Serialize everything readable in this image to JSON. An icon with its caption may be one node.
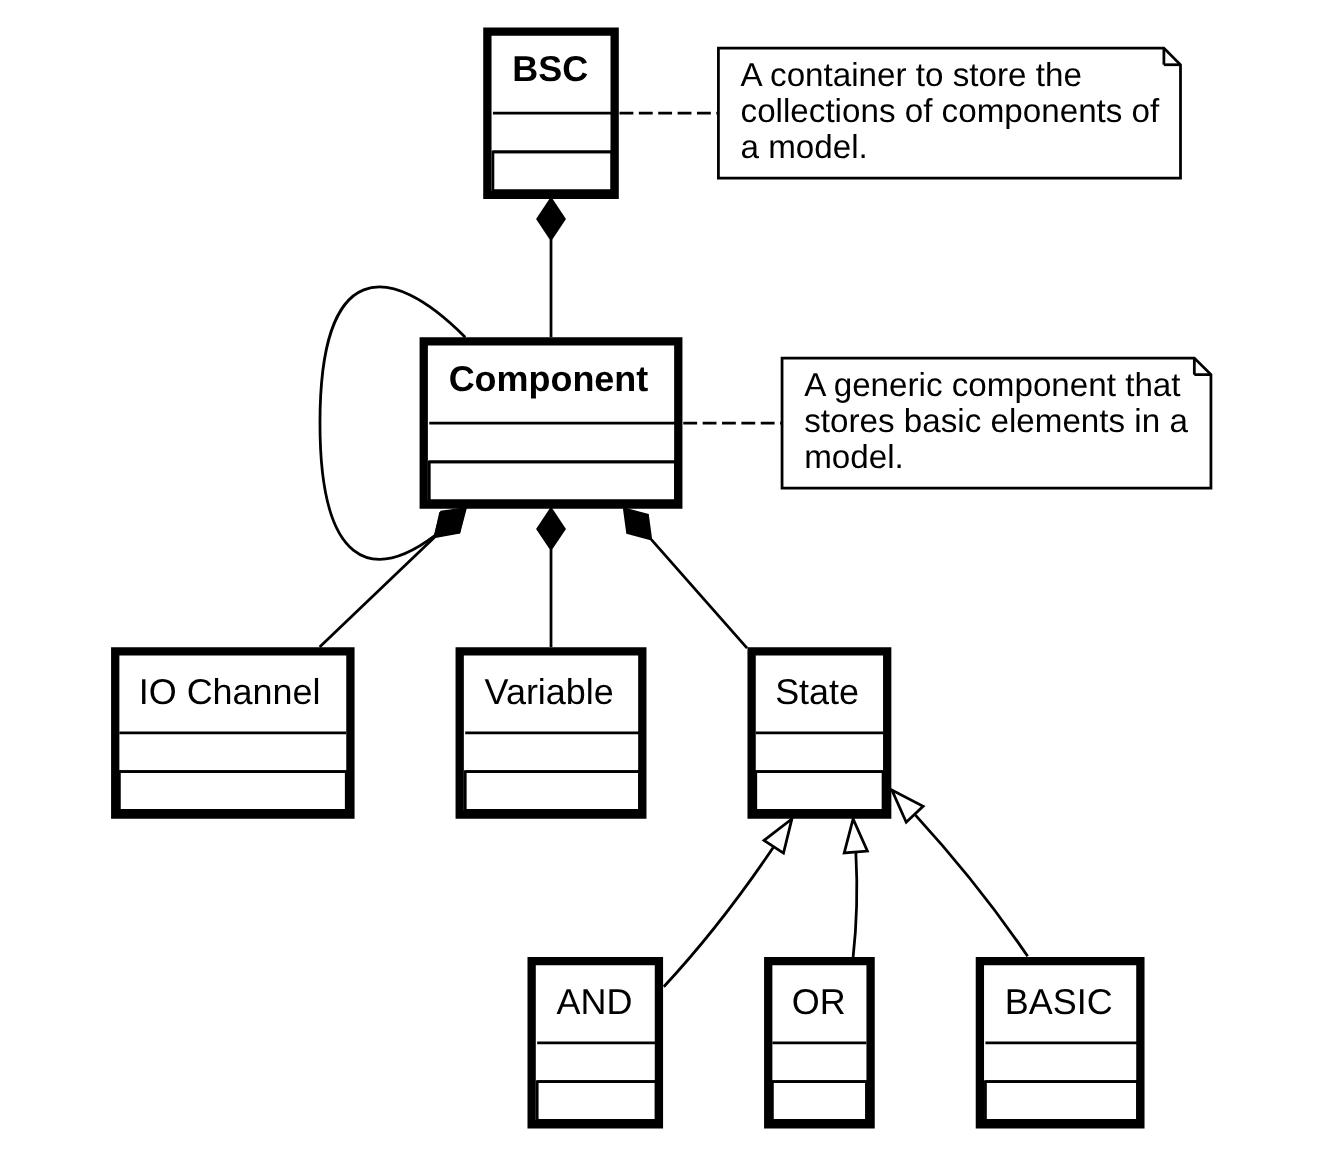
{
  "diagram": {
    "nodes": [
      {
        "text": [
          "BSC"
        ]
      },
      {
        "text": [
          "A container to store the collections of components of a model."
        ]
      },
      {
        "text": [
          "Component"
        ]
      },
      {
        "text": [
          "A generic component that stores basic elements in a model."
        ]
      },
      {
        "text": [
          "IO Channel"
        ]
      },
      {
        "text": [
          "Variable"
        ]
      },
      {
        "text": [
          "State"
        ]
      },
      {
        "text": [
          "AND"
        ]
      },
      {
        "text": [
          "OR"
        ]
      },
      {
        "text": [
          "BASIC"
        ]
      }
    ],
    "edges": [
      {
        "from": 0,
        "to": 2,
        "arrow": "other"
      },
      {
        "from": 0,
        "to": 1,
        "arrow": "none",
        "style": "dashed"
      },
      {
        "from": 2,
        "to": 2,
        "arrow": "other"
      },
      {
        "from": 2,
        "to": 3,
        "arrow": "none",
        "style": "dashed"
      },
      {
        "from": 2,
        "to": 4,
        "arrow": "other"
      },
      {
        "from": 2,
        "to": 5,
        "arrow": "other"
      },
      {
        "from": 2,
        "to": 6,
        "arrow": "other"
      },
      {
        "from": 7,
        "to": 6,
        "arrow": "to"
      },
      {
        "from": 8,
        "to": 6,
        "arrow": "to"
      },
      {
        "from": 9,
        "to": 6,
        "arrow": "to"
      }
    ]
  }
}
